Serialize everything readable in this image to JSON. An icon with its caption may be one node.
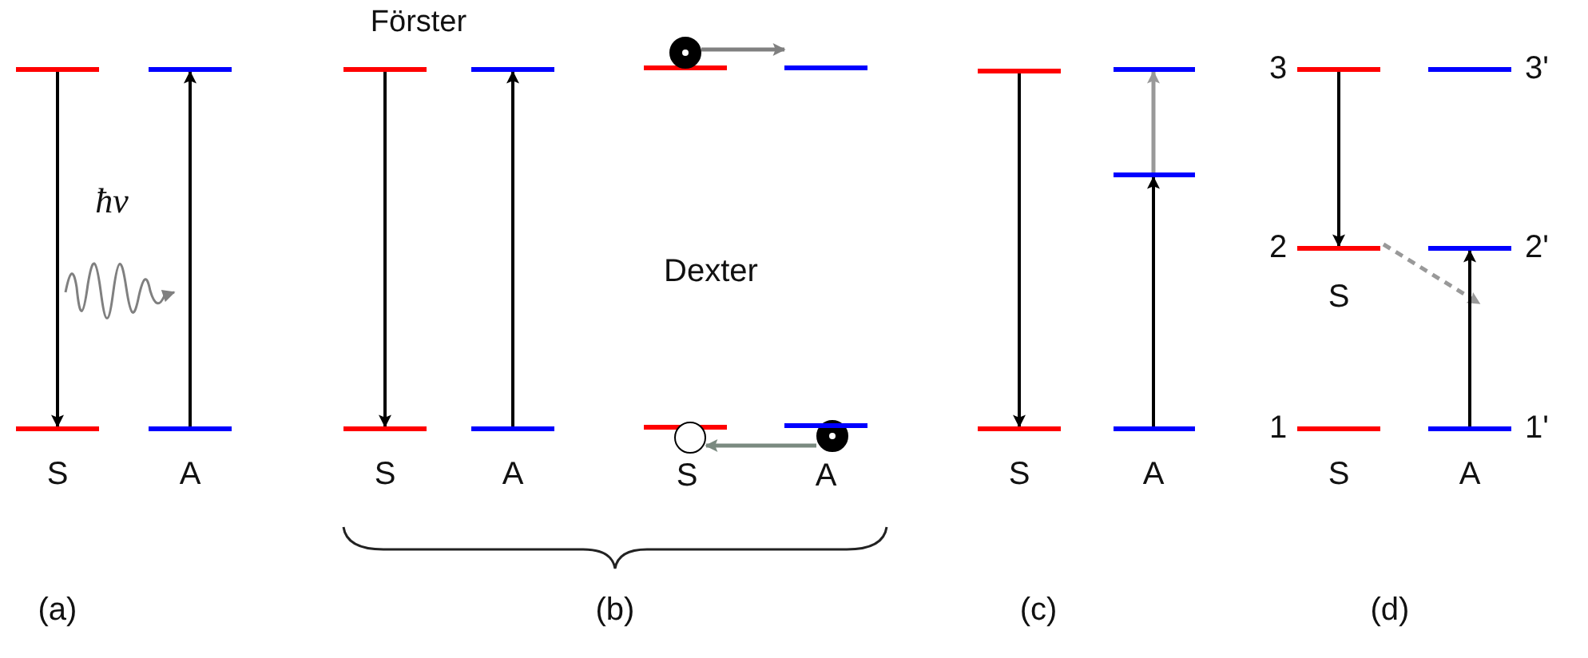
{
  "diagram": {
    "nodes": [
      {
        "text": [],
        "shape": "bar"
      },
      {
        "text": [],
        "shape": "bar"
      },
      {
        "text": [],
        "shape": "bar"
      },
      {
        "text": [],
        "shape": "bar"
      },
      {
        "text": [],
        "shape": "bar"
      },
      {
        "text": [],
        "shape": "bar"
      },
      {
        "text": [],
        "shape": "bar"
      },
      {
        "text": [],
        "shape": "bar"
      },
      {
        "text": [],
        "shape": "bar"
      },
      {
        "text": [],
        "shape": "circle"
      },
      {
        "text": [],
        "shape": "bar"
      },
      {
        "text": [],
        "shape": "bar"
      },
      {
        "text": [],
        "shape": "circle"
      },
      {
        "text": [],
        "shape": "circle"
      },
      {
        "text": [],
        "shape": "bar"
      },
      {
        "text": [],
        "shape": "bar"
      },
      {
        "text": [],
        "shape": "bar"
      },
      {
        "text": [],
        "shape": "bar"
      },
      {
        "text": [],
        "shape": "bar"
      },
      {
        "text": [],
        "shape": "bar"
      },
      {
        "text": [],
        "shape": "bar"
      },
      {
        "text": [],
        "shape": "bar"
      },
      {
        "text": [],
        "shape": "bar"
      },
      {
        "text": [],
        "shape": "bar"
      },
      {
        "text": [],
        "shape": "bar"
      },
      {
        "text": [],
        "shape": "bar"
      }
    ],
    "edges": [
      {
        "from": 0,
        "to": 2,
        "arrow": "to"
      },
      {
        "from": 3,
        "to": 1,
        "arrow": "to"
      },
      {
        "from": 4,
        "to": 6,
        "arrow": "to"
      },
      {
        "from": 7,
        "to": 5,
        "arrow": "to"
      },
      {
        "from": 9,
        "to": 10,
        "arrow": "to",
        "color": "#808080"
      },
      {
        "from": 13,
        "to": 12,
        "arrow": "to",
        "color": "#7a8a80"
      },
      {
        "from": 15,
        "to": 18,
        "arrow": "to"
      },
      {
        "from": 19,
        "to": 17,
        "arrow": "to"
      },
      {
        "from": 17,
        "to": 16,
        "arrow": "to",
        "color": "#999999"
      },
      {
        "from": 20,
        "to": 22,
        "arrow": "to"
      },
      {
        "from": 22,
        "to": null,
        "arrow": "to",
        "style": "dashed",
        "color": "#999999"
      },
      {
        "from": 25,
        "to": 23,
        "arrow": "to"
      }
    ],
    "labels": [
      "Förster",
      "3",
      "3'",
      "ħν",
      "Dexter",
      "2",
      "2'",
      "S",
      "S",
      "A",
      "S",
      "A",
      "S",
      "A",
      "S",
      "A",
      "1",
      "1'",
      "S",
      "A",
      "(a)",
      "(b)",
      "(c)",
      "(d)"
    ]
  }
}
